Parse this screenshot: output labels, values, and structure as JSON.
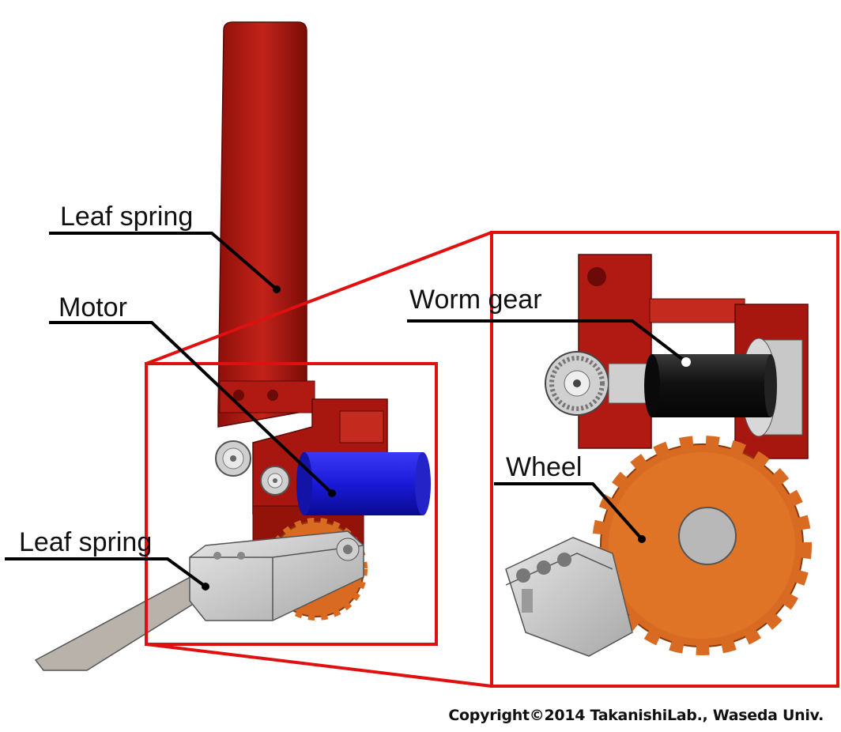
{
  "labels": {
    "leaf_spring_top": "Leaf spring",
    "motor": "Motor",
    "leaf_spring_bottom": "Leaf spring",
    "worm_gear": "Worm gear",
    "wheel": "Wheel"
  },
  "copyright": "Copyright©2014 TakanishiLab., Waseda Univ.",
  "colors": {
    "frame_red": "#b01a12",
    "highlight_red": "#e01010",
    "motor_blue": "#1a1ad8",
    "wheel_orange": "#d96a22",
    "aluminium_gray": "#c9c9c9",
    "worm_black": "#151515",
    "leader_line": "#000000"
  }
}
